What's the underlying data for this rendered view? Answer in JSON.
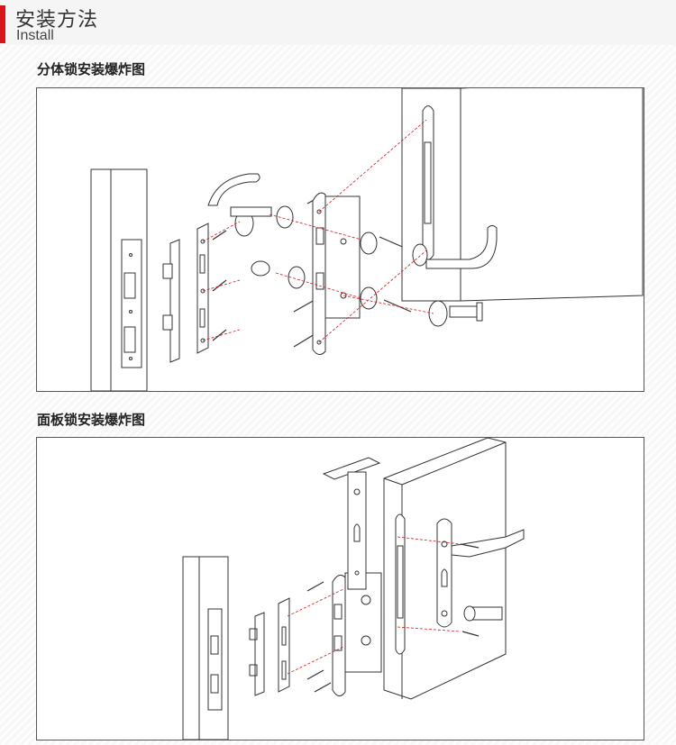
{
  "header": {
    "title_cn": "安装方法",
    "title_en": "Install"
  },
  "sections": [
    {
      "title": "分体锁安装爆炸图"
    },
    {
      "title": "面板锁安装爆炸图"
    }
  ],
  "colors": {
    "accent": "#d6161c",
    "line": "#333333",
    "dashed_guide": "#d6161c"
  },
  "icons": {
    "header_bar": "red-accent-bar"
  }
}
